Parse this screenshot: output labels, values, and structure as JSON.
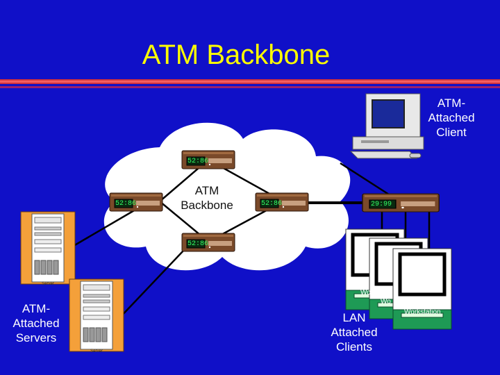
{
  "title": "ATM Backbone",
  "cloud_label": [
    "ATM",
    "Backbone"
  ],
  "client_label": [
    "ATM-",
    "Attached",
    "Client"
  ],
  "servers_label": [
    "ATM-",
    "Attached",
    "Servers"
  ],
  "lan_label": [
    "LAN",
    "Attached",
    "Clients"
  ],
  "workstation_label": "Workstation",
  "workstation_partial": [
    "Wo",
    "Wo"
  ],
  "server_caption": "Server",
  "switch_display_text": "52:86",
  "lan_switch_display_text": "29:99",
  "colors": {
    "background": "#1010c8",
    "title": "#ffff00",
    "cloud": "#ffffff",
    "switch": "#7a4a2a",
    "server": "#f4a03a",
    "workstation_base": "#1e9a55"
  }
}
